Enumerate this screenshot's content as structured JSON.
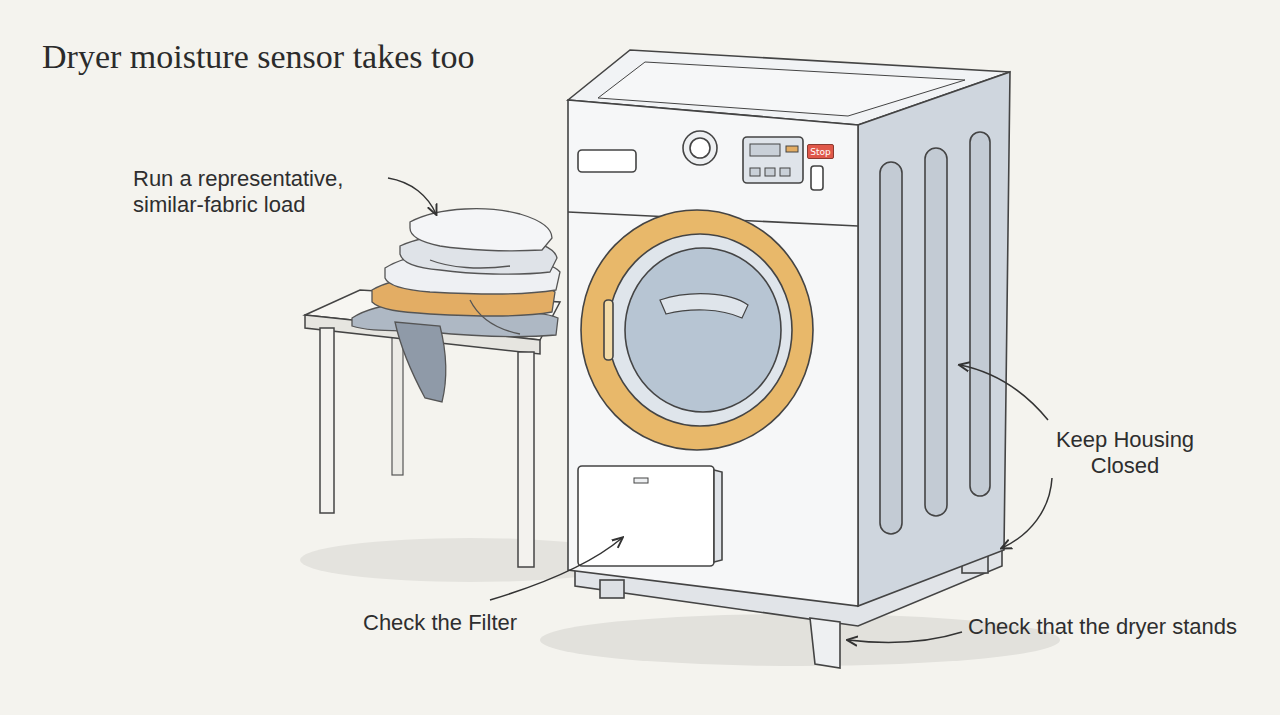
{
  "diagram": {
    "title": "Dryer moisture sensor takes too",
    "nodes": [
      {
        "text": [
          "Stop"
        ]
      }
    ],
    "labels": [
      "Run a representative, similar-fabric load",
      "Keep Housing Closed",
      "Check the Filter",
      "Check that the dryer stands"
    ]
  }
}
